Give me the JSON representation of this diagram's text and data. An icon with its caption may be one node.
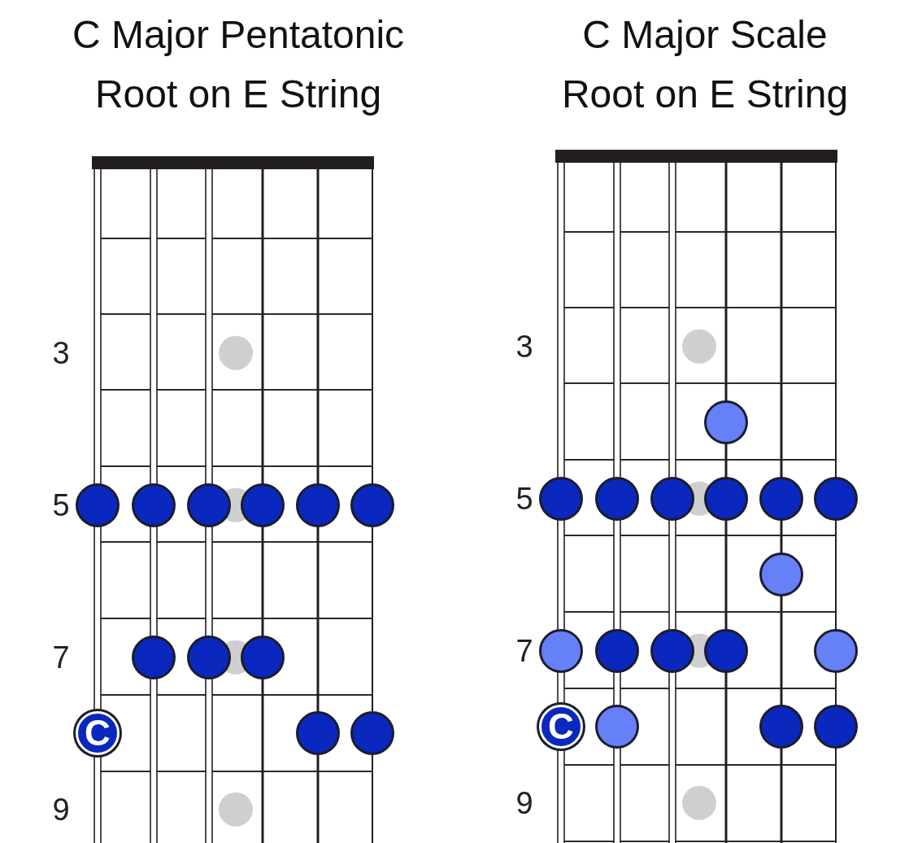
{
  "diagram": {
    "nodes": [
      {
        "text": [
          "C Major Pentatonic Root on E String"
        ]
      },
      {
        "text": [],
        "shape": "circle",
        "in": 0
      },
      {
        "text": [],
        "shape": "circle",
        "in": 0
      },
      {
        "text": [],
        "shape": "circle",
        "in": 0
      },
      {
        "text": [],
        "shape": "circle",
        "in": 0
      },
      {
        "text": [],
        "shape": "circle",
        "in": 0
      },
      {
        "text": [],
        "shape": "circle",
        "in": 0
      },
      {
        "text": [],
        "shape": "circle",
        "in": 0
      },
      {
        "text": [],
        "shape": "circle",
        "in": 0
      },
      {
        "text": [],
        "shape": "circle",
        "in": 0
      },
      {
        "text": [
          "C"
        ],
        "in": 0
      },
      {
        "text": [],
        "shape": "circle",
        "in": 0
      },
      {
        "text": [],
        "shape": "circle",
        "in": 0
      },
      {
        "text": [
          "C Major Scale Root on E String"
        ]
      },
      {
        "text": [],
        "shape": "circle",
        "in": 13
      },
      {
        "text": [],
        "shape": "circle",
        "in": 13
      },
      {
        "text": [],
        "shape": "circle",
        "in": 13
      },
      {
        "text": [],
        "shape": "circle",
        "in": 13
      },
      {
        "text": [],
        "shape": "circle",
        "in": 13
      },
      {
        "text": [],
        "shape": "circle",
        "in": 13
      },
      {
        "text": [],
        "shape": "circle",
        "in": 13
      },
      {
        "text": [],
        "shape": "circle",
        "in": 13
      },
      {
        "text": [],
        "shape": "circle",
        "in": 13
      },
      {
        "text": [],
        "shape": "circle",
        "in": 13
      },
      {
        "text": [],
        "shape": "circle",
        "in": 13
      },
      {
        "text": [],
        "shape": "circle",
        "in": 13
      },
      {
        "text": [],
        "shape": "circle",
        "in": 13
      },
      {
        "text": [
          "C"
        ],
        "in": 13
      },
      {
        "text": [],
        "shape": "circle",
        "in": 13
      },
      {
        "text": [],
        "shape": "circle",
        "in": 13
      },
      {
        "text": [],
        "shape": "circle",
        "in": 13
      }
    ],
    "edges": [],
    "labels": [
      "3",
      "5",
      "7",
      "9",
      "3",
      "5",
      "7",
      "9"
    ]
  }
}
